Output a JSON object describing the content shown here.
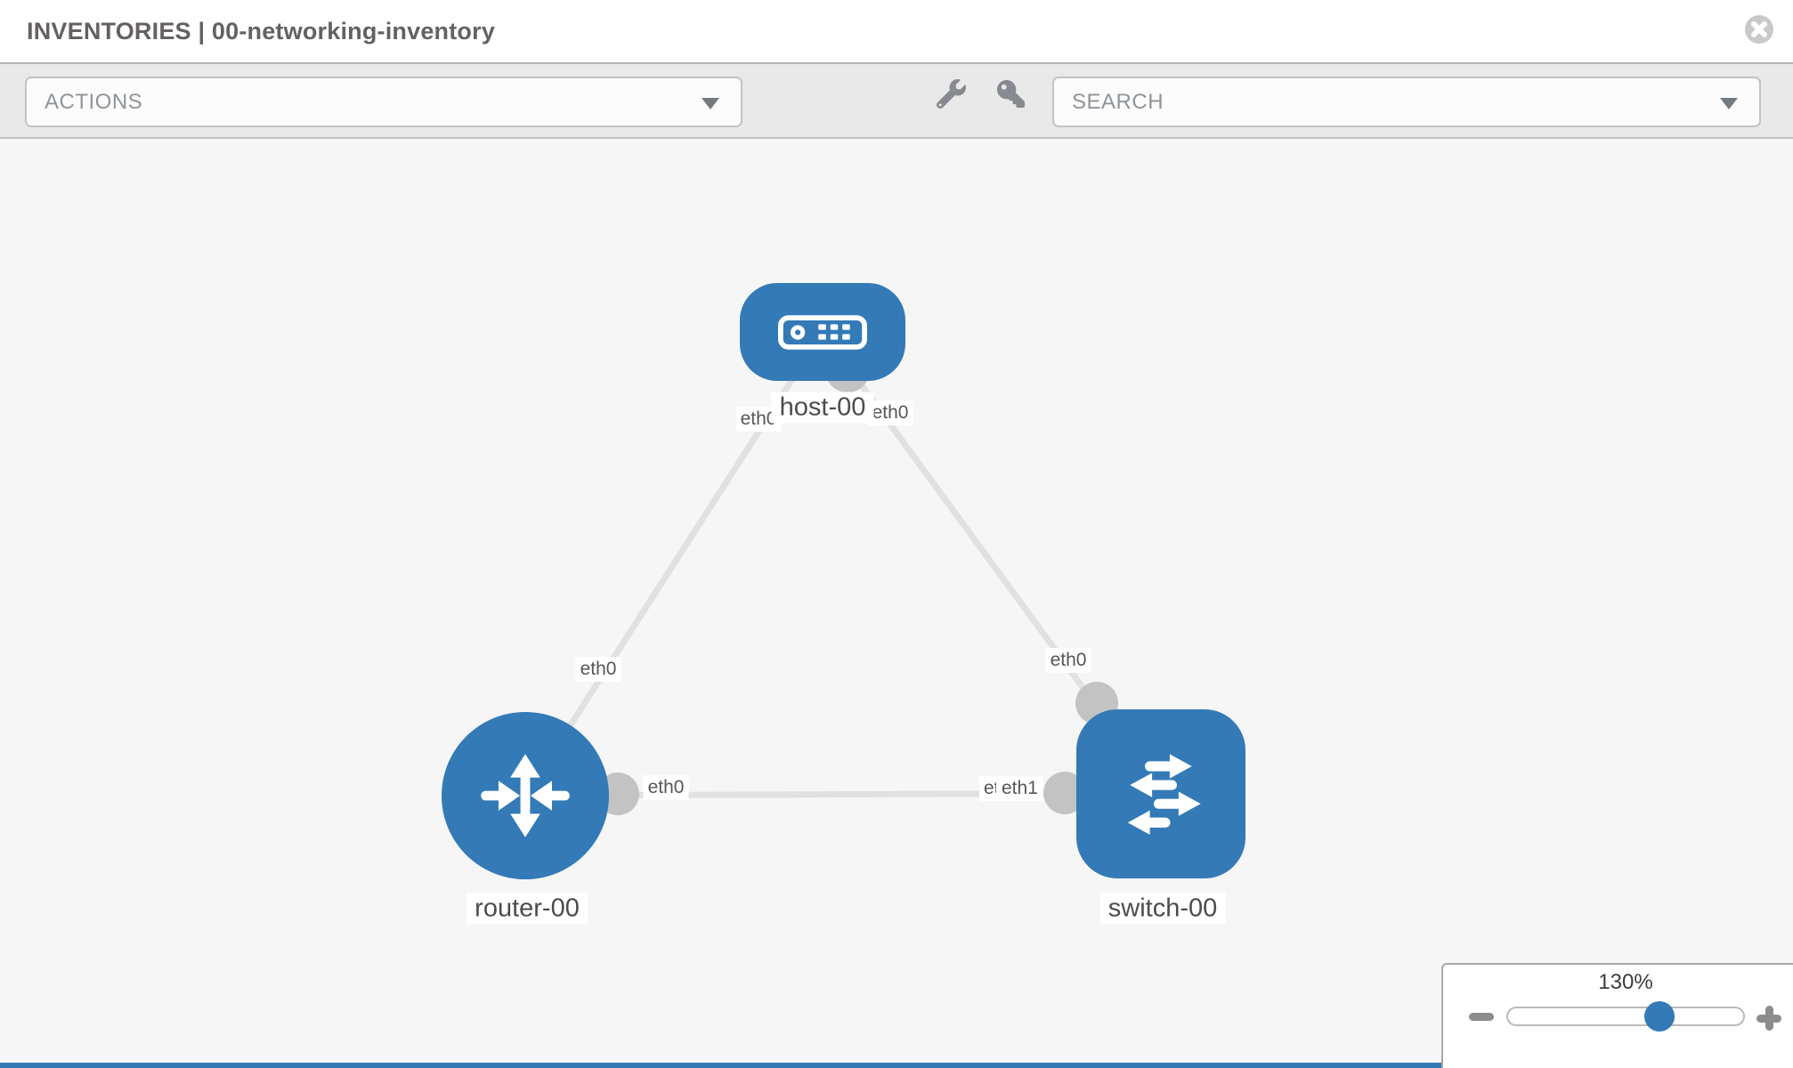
{
  "header": {
    "title": "INVENTORIES | 00-networking-inventory"
  },
  "toolbar": {
    "actions_label": "ACTIONS",
    "search_placeholder": "SEARCH",
    "icons": [
      "wrench-icon",
      "key-icon"
    ]
  },
  "canvas": {
    "nodes": [
      {
        "label": "host-00",
        "type": "host"
      },
      {
        "label": "router-00",
        "type": "router"
      },
      {
        "label": "switch-00",
        "type": "switch"
      }
    ],
    "links": [
      {
        "source": "router-00",
        "source_interface": "eth0",
        "target": "host-00",
        "target_interface": "eth0"
      },
      {
        "source": "host-00",
        "source_interface": "eth0",
        "target": "switch-00",
        "target_interface": "eth0"
      },
      {
        "source": "router-00",
        "source_interface": "eth0",
        "target": "switch-00",
        "target_interface": "eth1",
        "occluded_label": "eth0"
      }
    ]
  },
  "zoom_control": {
    "value": "130%"
  },
  "colors": {
    "accent": "#337ab7",
    "link": "#e1e1e1",
    "connector": "#c3c3c3",
    "canvas_bg": "#f6f6f6",
    "toolbar_bg": "#e9e9e9"
  }
}
